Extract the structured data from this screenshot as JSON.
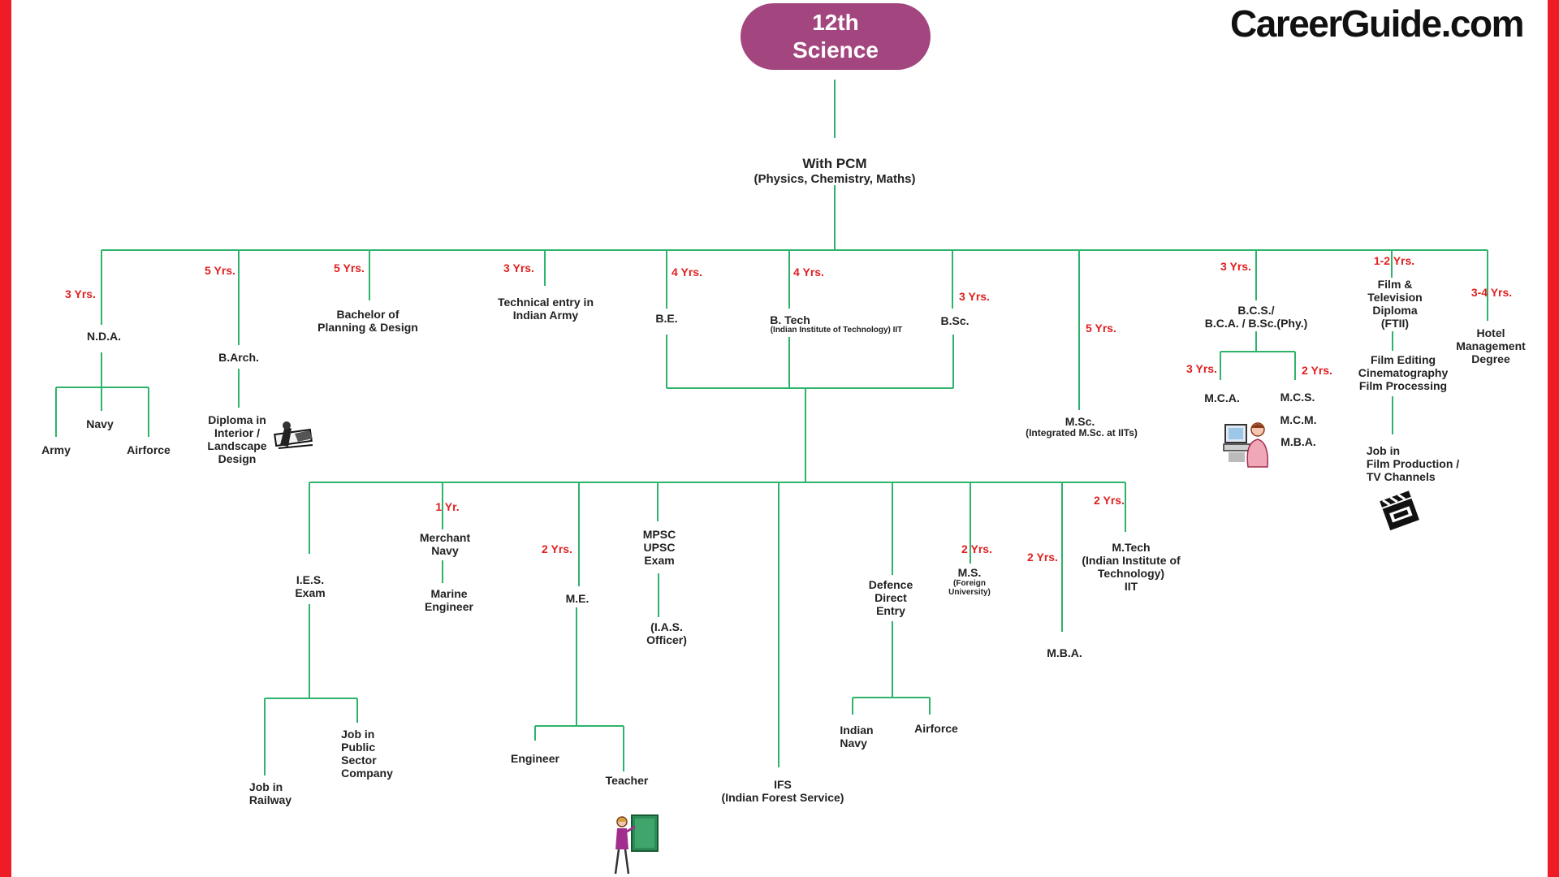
{
  "header": {
    "logo": "CareerGuide.com",
    "root": "12th\nScience"
  },
  "colors": {
    "frame": "#ee1c25",
    "root_fill": "#a3457f",
    "connector": "#2db36a",
    "duration": "#e02020",
    "label": "#222222"
  },
  "stream": {
    "title": "With PCM",
    "subtitle": "(Physics, Chemistry, Maths)"
  },
  "durations": {
    "nda": "3 Yrs.",
    "barch": "5 Yrs.",
    "planning": "5 Yrs.",
    "army_entry": "3 Yrs.",
    "be": "4 Yrs.",
    "btech": "4 Yrs.",
    "bsc": "3 Yrs.",
    "msc": "5 Yrs.",
    "bcs": "3 Yrs.",
    "film": "1-2 Yrs.",
    "hotel": "3-4 Yrs.",
    "mca": "3 Yrs.",
    "mcs": "2 Yrs.",
    "merchant": "1 Yr.",
    "me": "2 Yrs.",
    "ms": "2 Yrs.",
    "mba": "2 Yrs.",
    "mtech": "2 Yrs."
  },
  "nodes": {
    "nda": "N.D.A.",
    "navy": "Navy",
    "army": "Army",
    "airforce": "Airforce",
    "barch": "B.Arch.",
    "diploma_interior": "Diploma in\nInterior /\nLandscape\nDesign",
    "planning": "Bachelor of\nPlanning & Design",
    "army_entry": "Technical entry in\nIndian Army",
    "be": "B.E.",
    "btech": "B. Tech",
    "btech_note": "(Indian Institute of Technology) IIT",
    "bsc": "B.Sc.",
    "msc": "M.Sc.",
    "msc_note": "(Integrated M.Sc. at IITs)",
    "bcs": "B.C.S./\nB.C.A. / B.Sc.(Phy.)",
    "mca": "M.C.A.",
    "mcs": "M.C.S.",
    "mcm": "M.C.M.",
    "mba_right": "M.B.A.",
    "film_diploma": "Film &\nTelevision\nDiploma\n(FTII)",
    "film_editing": "Film Editing\nCinematography\nFilm Processing",
    "film_job": "Job in\nFilm Production /\nTV Channels",
    "hotel": "Hotel\nManagement\nDegree",
    "ies": "I.E.S.\nExam",
    "railway": "Job in\nRailway",
    "psu": "Job in\nPublic\nSector\nCompany",
    "merchant": "Merchant\nNavy",
    "marine": "Marine\nEngineer",
    "me": "M.E.",
    "engineer": "Engineer",
    "teacher": "Teacher",
    "mpsc": "MPSC\nUPSC\nExam",
    "ias": "(I.A.S.\nOfficer)",
    "ifs": "IFS\n(Indian Forest Service)",
    "defence": "Defence\nDirect\nEntry",
    "ind_navy": "Indian\nNavy",
    "def_airforce": "Airforce",
    "ms": "M.S.",
    "ms_note": "(Foreign\nUniversity)",
    "mba": "M.B.A.",
    "mtech": "M.Tech\n(Indian Institute of\nTechnology)\nIIT"
  }
}
